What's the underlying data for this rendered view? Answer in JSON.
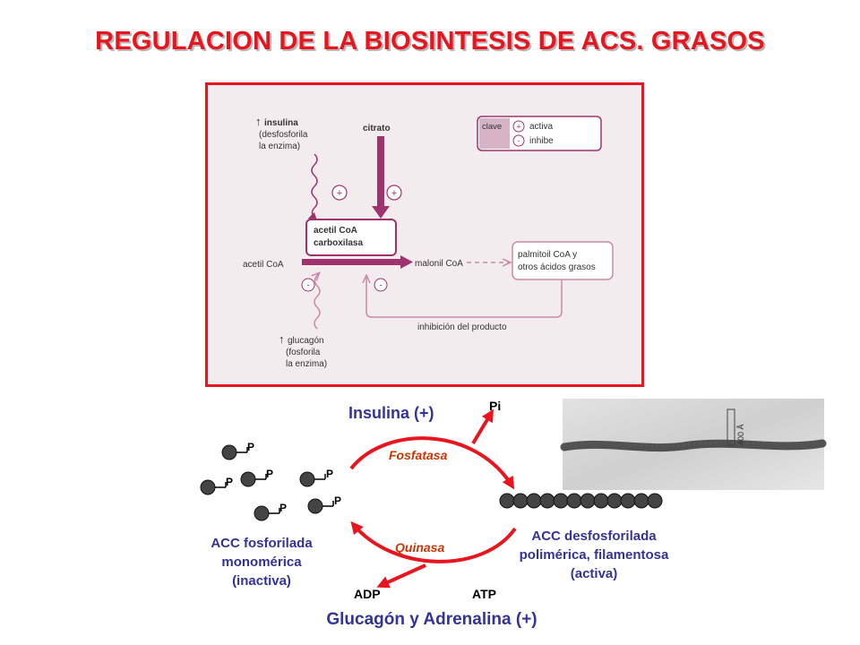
{
  "title": "REGULACION DE LA BIOSINTESIS DE ACS. GRASOS",
  "figure": {
    "insulina": [
      "insulina",
      "(desfosforila",
      "la enzima)"
    ],
    "citrato": "citrato",
    "clave": "clave",
    "key_plus": "activa",
    "key_minus": "inhibe",
    "enzyme": [
      "acetil CoA",
      "carboxilasa"
    ],
    "substrate": "acetil CoA",
    "product": "malonil CoA",
    "end_product": [
      "palmitoil CoA y",
      "otros ácidos grasos"
    ],
    "feedback": "inhibición del producto",
    "glucagon": [
      "glucagón",
      "(fosforila",
      "la enzima)"
    ],
    "plus_symbol": "+",
    "minus_symbol": "-",
    "up_arrow": "↑"
  },
  "cycle": {
    "insulina": "Insulina (+)",
    "pi": "Pi",
    "fosfatasa": "Fosfatasa",
    "quinasa": "Quinasa",
    "adp": "ADP",
    "atp": "ATP",
    "glucagon": "Glucagón y Adrenalina (+)",
    "left_label": [
      "ACC fosforilada",
      "monomérica",
      "(inactiva)"
    ],
    "right_label": [
      "ACC desfosforilada",
      "polimérica, filamentosa",
      "(activa)"
    ],
    "p_label": "P",
    "micrograph_scale": "400 Å"
  },
  "colors": {
    "title": "#e8141e",
    "frame": "#e8141e",
    "magenta": "#a0336e",
    "pink_line": "#c98aa8",
    "navy": "#333399",
    "orange": "#cc3300"
  }
}
